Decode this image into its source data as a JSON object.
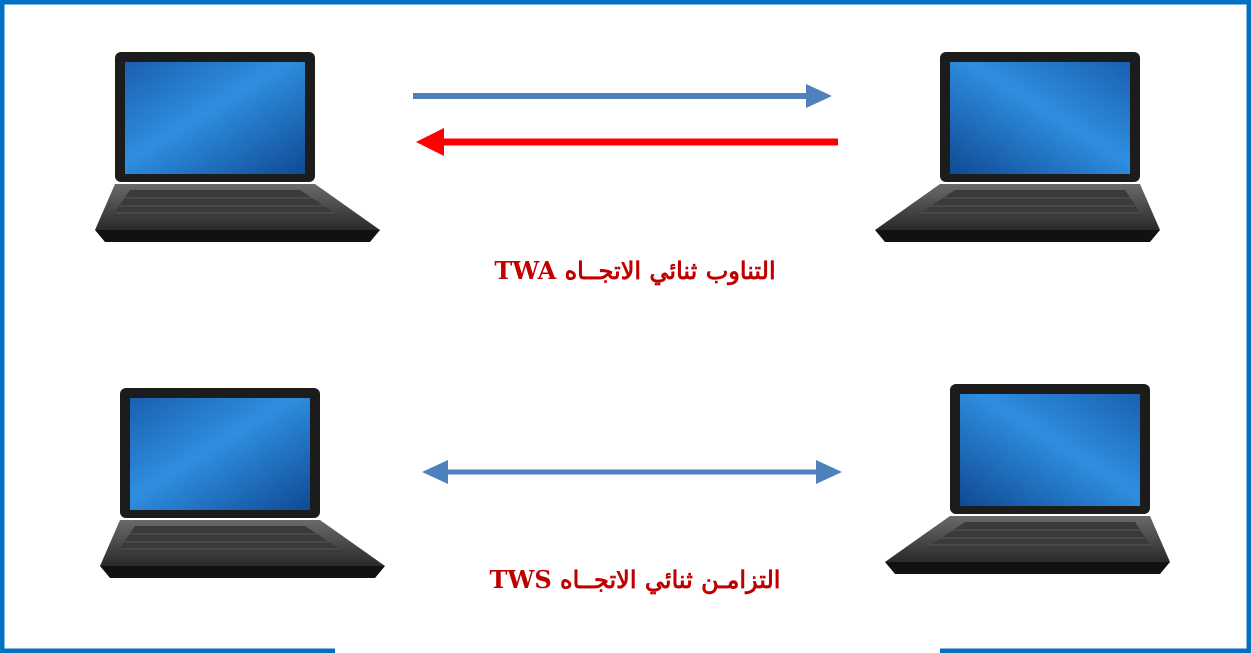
{
  "colors": {
    "frame": "#0070c0",
    "label": "#c00000",
    "arrow_blue": "#4f81bd",
    "arrow_red": "#ff0000",
    "screen": "#1e6fc4"
  },
  "diagram": {
    "twa": {
      "label": "التناوب ثنائي الاتجــاه TWA",
      "arrows": [
        "blue-right",
        "red-left"
      ]
    },
    "tws": {
      "label": "التزامـن ثنائي الاتجــاه TWS",
      "arrows": [
        "blue-bidirectional"
      ]
    },
    "icons": [
      "laptop-icon",
      "laptop-icon",
      "laptop-icon",
      "laptop-icon"
    ]
  }
}
